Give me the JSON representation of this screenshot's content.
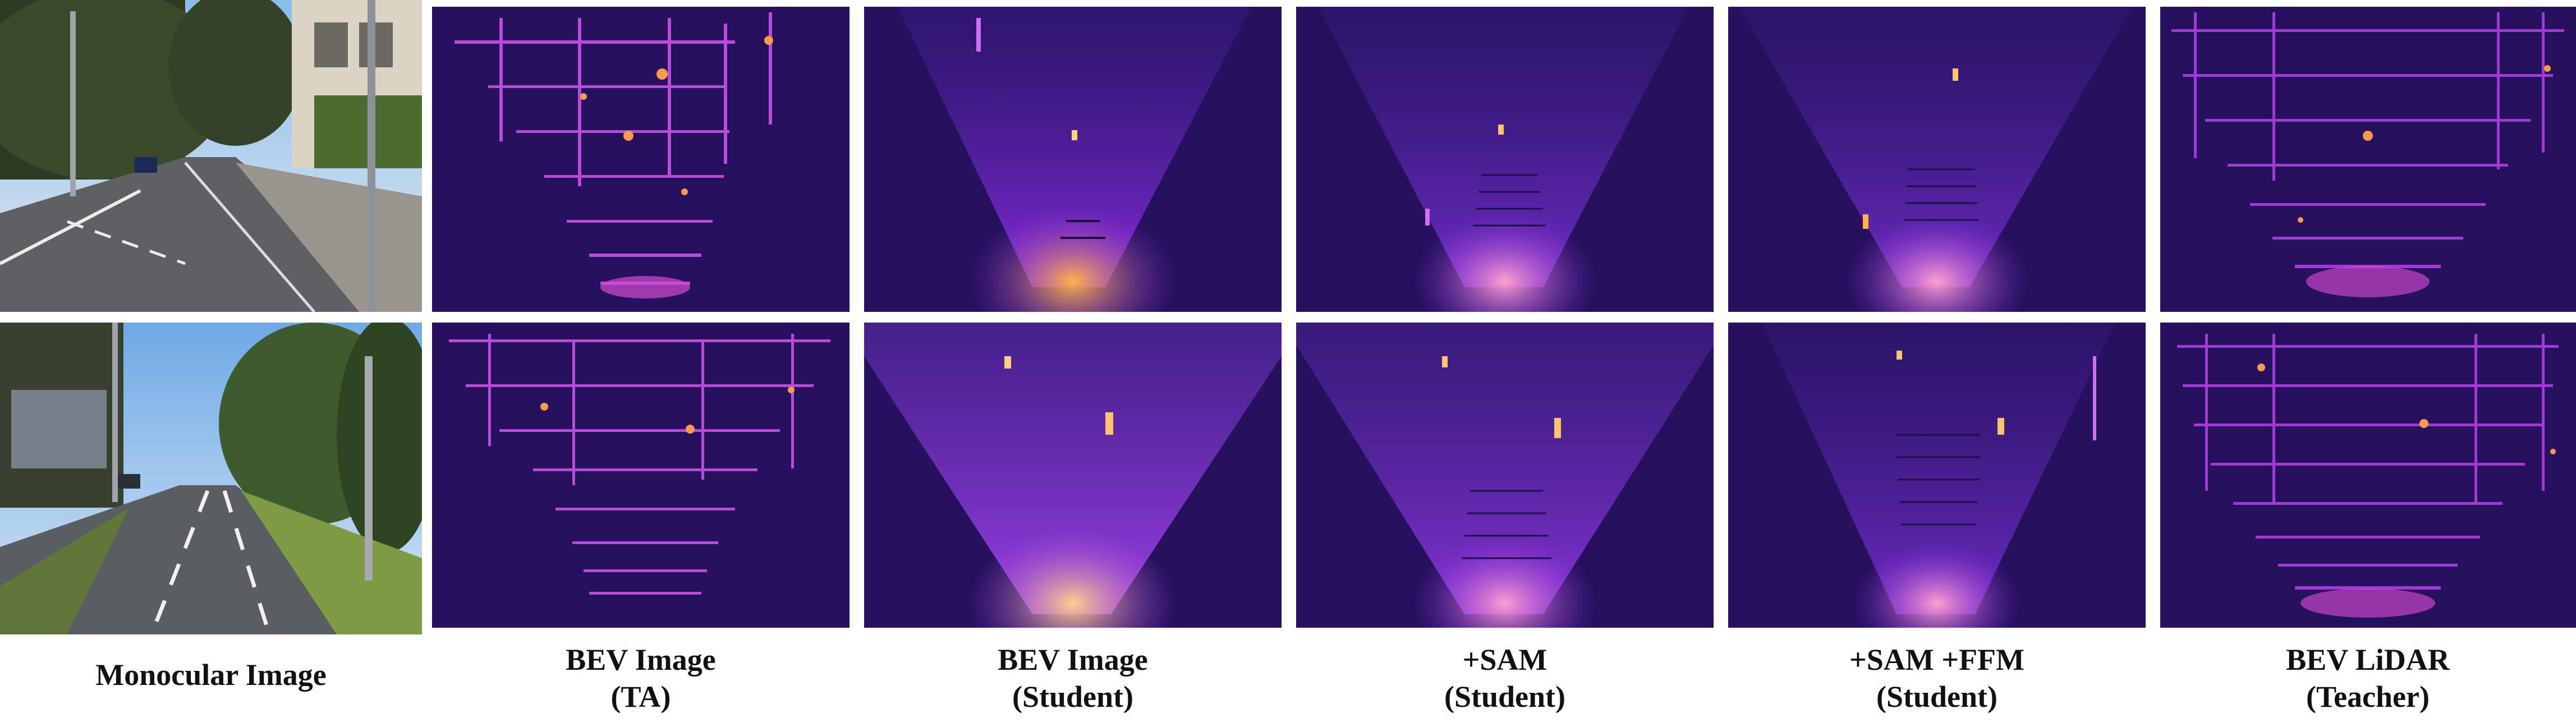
{
  "figure": {
    "columns": [
      {
        "line1": "Monocular Image",
        "line2": ""
      },
      {
        "line1": "BEV Image",
        "line2": "(TA)"
      },
      {
        "line1": "BEV Image",
        "line2": "(Student)"
      },
      {
        "line1": "+SAM",
        "line2": "(Student)"
      },
      {
        "line1": "+SAM +FFM",
        "line2": "(Student)"
      },
      {
        "line1": "BEV LiDAR",
        "line2": "(Teacher)"
      }
    ],
    "colors": {
      "heatmap_background": "#26115f",
      "heatmap_mid": "#8a2be2",
      "heatmap_hot": "#ffb347",
      "sky": "#7fb4e8",
      "road": "#5e6064"
    }
  }
}
